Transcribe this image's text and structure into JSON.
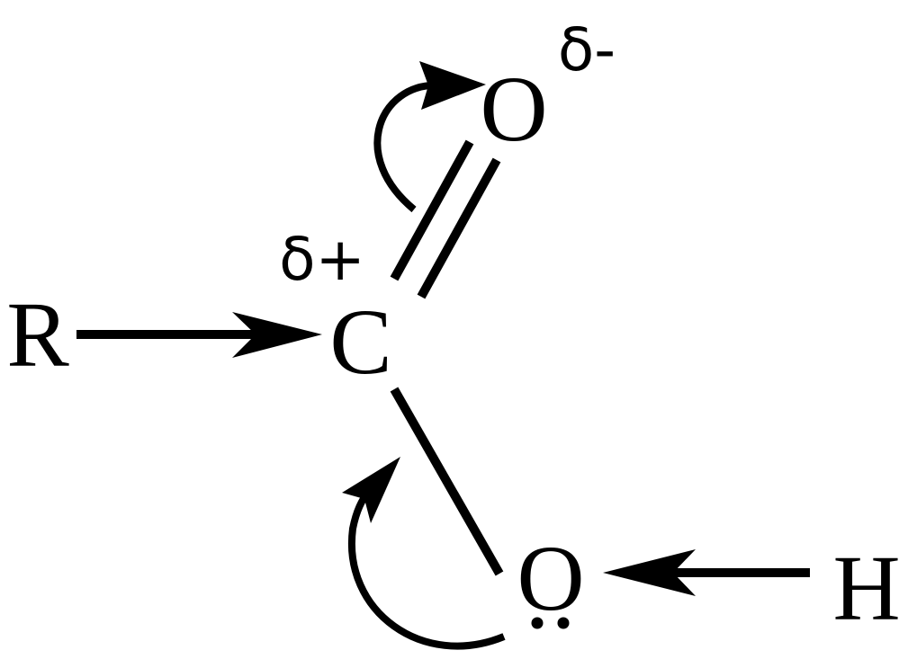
{
  "atoms": {
    "r": "R",
    "c": "C",
    "o_top": "O",
    "o_bottom": "O",
    "h": "H"
  },
  "charges": {
    "delta_plus": "δ+",
    "delta_minus": "δ-"
  },
  "colors": {
    "ink": "#000000",
    "background": "#ffffff"
  }
}
